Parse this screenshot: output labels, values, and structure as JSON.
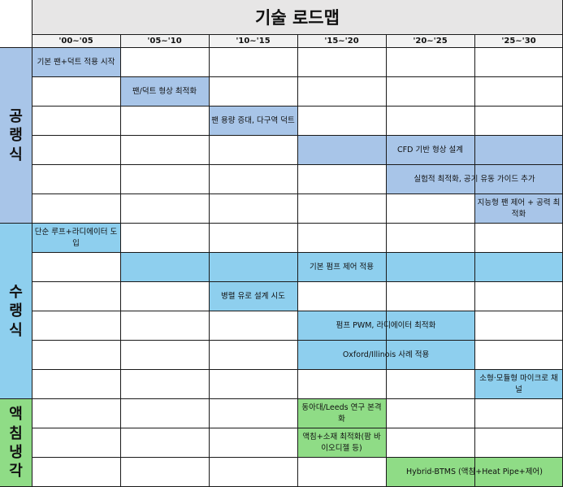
{
  "title": "기술 로드맵",
  "periods": [
    "'00~'05",
    "'05~'10",
    "'10~'15",
    "'15~'20",
    "'20~'25",
    "'25~'30"
  ],
  "categories": [
    {
      "id": "air",
      "label": "공\n랭\n식",
      "color": "#a8c5e8"
    },
    {
      "id": "water",
      "label": "수\n랭\n식",
      "color": "#8ecfee"
    },
    {
      "id": "liquid",
      "label": "액\n침\n냉\n각",
      "color": "#8fdc86"
    }
  ],
  "items": [
    {
      "category": "air",
      "text": "기본 팬+덕트 적용 시작",
      "from": 0,
      "to": 0
    },
    {
      "category": "air",
      "text": "팬/덕트 형상 최적화",
      "from": 1,
      "to": 1
    },
    {
      "category": "air",
      "text": "팬 용량 증대, 다구역 덕트",
      "from": 2,
      "to": 2
    },
    {
      "category": "air",
      "text": "CFD 기반 형상 설계",
      "from": 3,
      "to": 5
    },
    {
      "category": "air",
      "text": "실험적 최적화, 공기 유동 가이드 추가",
      "from": 4,
      "to": 5
    },
    {
      "category": "air",
      "text": "지능형 팬 제어 + 공력 최적화",
      "from": 5,
      "to": 5
    },
    {
      "category": "water",
      "text": "단순 루프+라디에이터 도입",
      "from": 0,
      "to": 0
    },
    {
      "category": "water",
      "text": "기본 펌프 제어 적용",
      "from": 1,
      "to": 5
    },
    {
      "category": "water",
      "text": "병렬 유로 설계 시도",
      "from": 2,
      "to": 2
    },
    {
      "category": "water",
      "text": "펌프 PWM, 라디에이터 최적화",
      "from": 3,
      "to": 4
    },
    {
      "category": "water",
      "text": "Oxford/Illinois 사례 적용",
      "from": 3,
      "to": 4
    },
    {
      "category": "water",
      "text": "소형·모듈형 마이크로 채널",
      "from": 5,
      "to": 5
    },
    {
      "category": "liquid",
      "text": "동아대/Leeds 연구 본격화",
      "from": 3,
      "to": 3
    },
    {
      "category": "liquid",
      "text": "액침+소재 최적화(팜 바이오디젤 등)",
      "from": 3,
      "to": 3
    },
    {
      "category": "liquid",
      "text": "Hybrid-BTMS (액침+Heat Pipe+제어)",
      "from": 4,
      "to": 5
    }
  ]
}
